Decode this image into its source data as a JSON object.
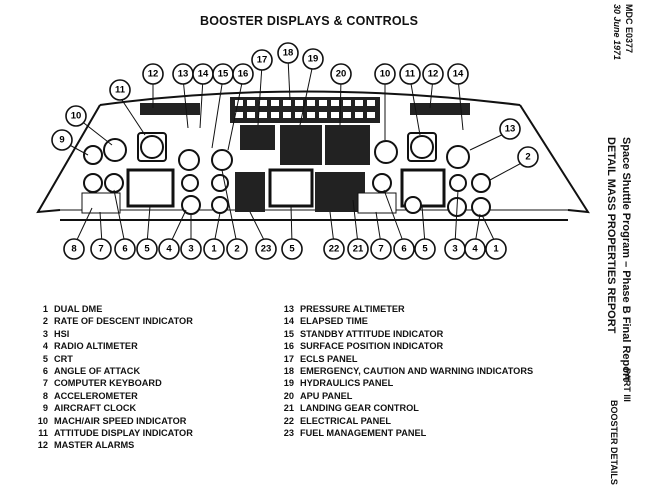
{
  "title": "BOOSTER DISPLAYS & CONTROLS",
  "doc_id": "MDC E0377",
  "doc_date": "30 June 1971",
  "program": "Space Shuttle Program – Phase B Final Report",
  "report": "DETAIL MASS PROPERTIES REPORT",
  "part": "PART III",
  "booster": "BOOSTER DETAILS",
  "callouts": [
    "12",
    "11",
    "13",
    "14",
    "15",
    "16",
    "17",
    "18",
    "19",
    "20",
    "10",
    "11",
    "12",
    "14",
    "10",
    "9",
    "13",
    "2",
    "8",
    "7",
    "6",
    "5",
    "4",
    "3",
    "1",
    "2",
    "23",
    "5",
    "22",
    "21",
    "7",
    "6",
    "5",
    "3",
    "4",
    "1"
  ],
  "legend_left": [
    {
      "num": "1",
      "label": "DUAL DME"
    },
    {
      "num": "2",
      "label": "RATE OF DESCENT INDICATOR"
    },
    {
      "num": "3",
      "label": "HSI"
    },
    {
      "num": "4",
      "label": "RADIO ALTIMETER"
    },
    {
      "num": "5",
      "label": "CRT"
    },
    {
      "num": "6",
      "label": "ANGLE OF ATTACK"
    },
    {
      "num": "7",
      "label": "COMPUTER KEYBOARD"
    },
    {
      "num": "8",
      "label": "ACCELEROMETER"
    },
    {
      "num": "9",
      "label": "AIRCRAFT CLOCK"
    },
    {
      "num": "10",
      "label": "MACH/AIR SPEED INDICATOR"
    },
    {
      "num": "11",
      "label": "ATTITUDE DISPLAY INDICATOR"
    },
    {
      "num": "12",
      "label": "MASTER ALARMS"
    }
  ],
  "legend_right": [
    {
      "num": "13",
      "label": "PRESSURE ALTIMETER"
    },
    {
      "num": "14",
      "label": "ELAPSED TIME"
    },
    {
      "num": "15",
      "label": "STANDBY ATTITUDE INDICATOR"
    },
    {
      "num": "16",
      "label": "SURFACE POSITION INDICATOR"
    },
    {
      "num": "17",
      "label": "ECLS PANEL"
    },
    {
      "num": "18",
      "label": "EMERGENCY, CAUTION AND WARNING INDICATORS"
    },
    {
      "num": "19",
      "label": "HYDRAULICS PANEL"
    },
    {
      "num": "20",
      "label": "APU PANEL"
    },
    {
      "num": "21",
      "label": "LANDING GEAR CONTROL"
    },
    {
      "num": "22",
      "label": "ELECTRICAL PANEL"
    },
    {
      "num": "23",
      "label": "FUEL MANAGEMENT PANEL"
    }
  ]
}
